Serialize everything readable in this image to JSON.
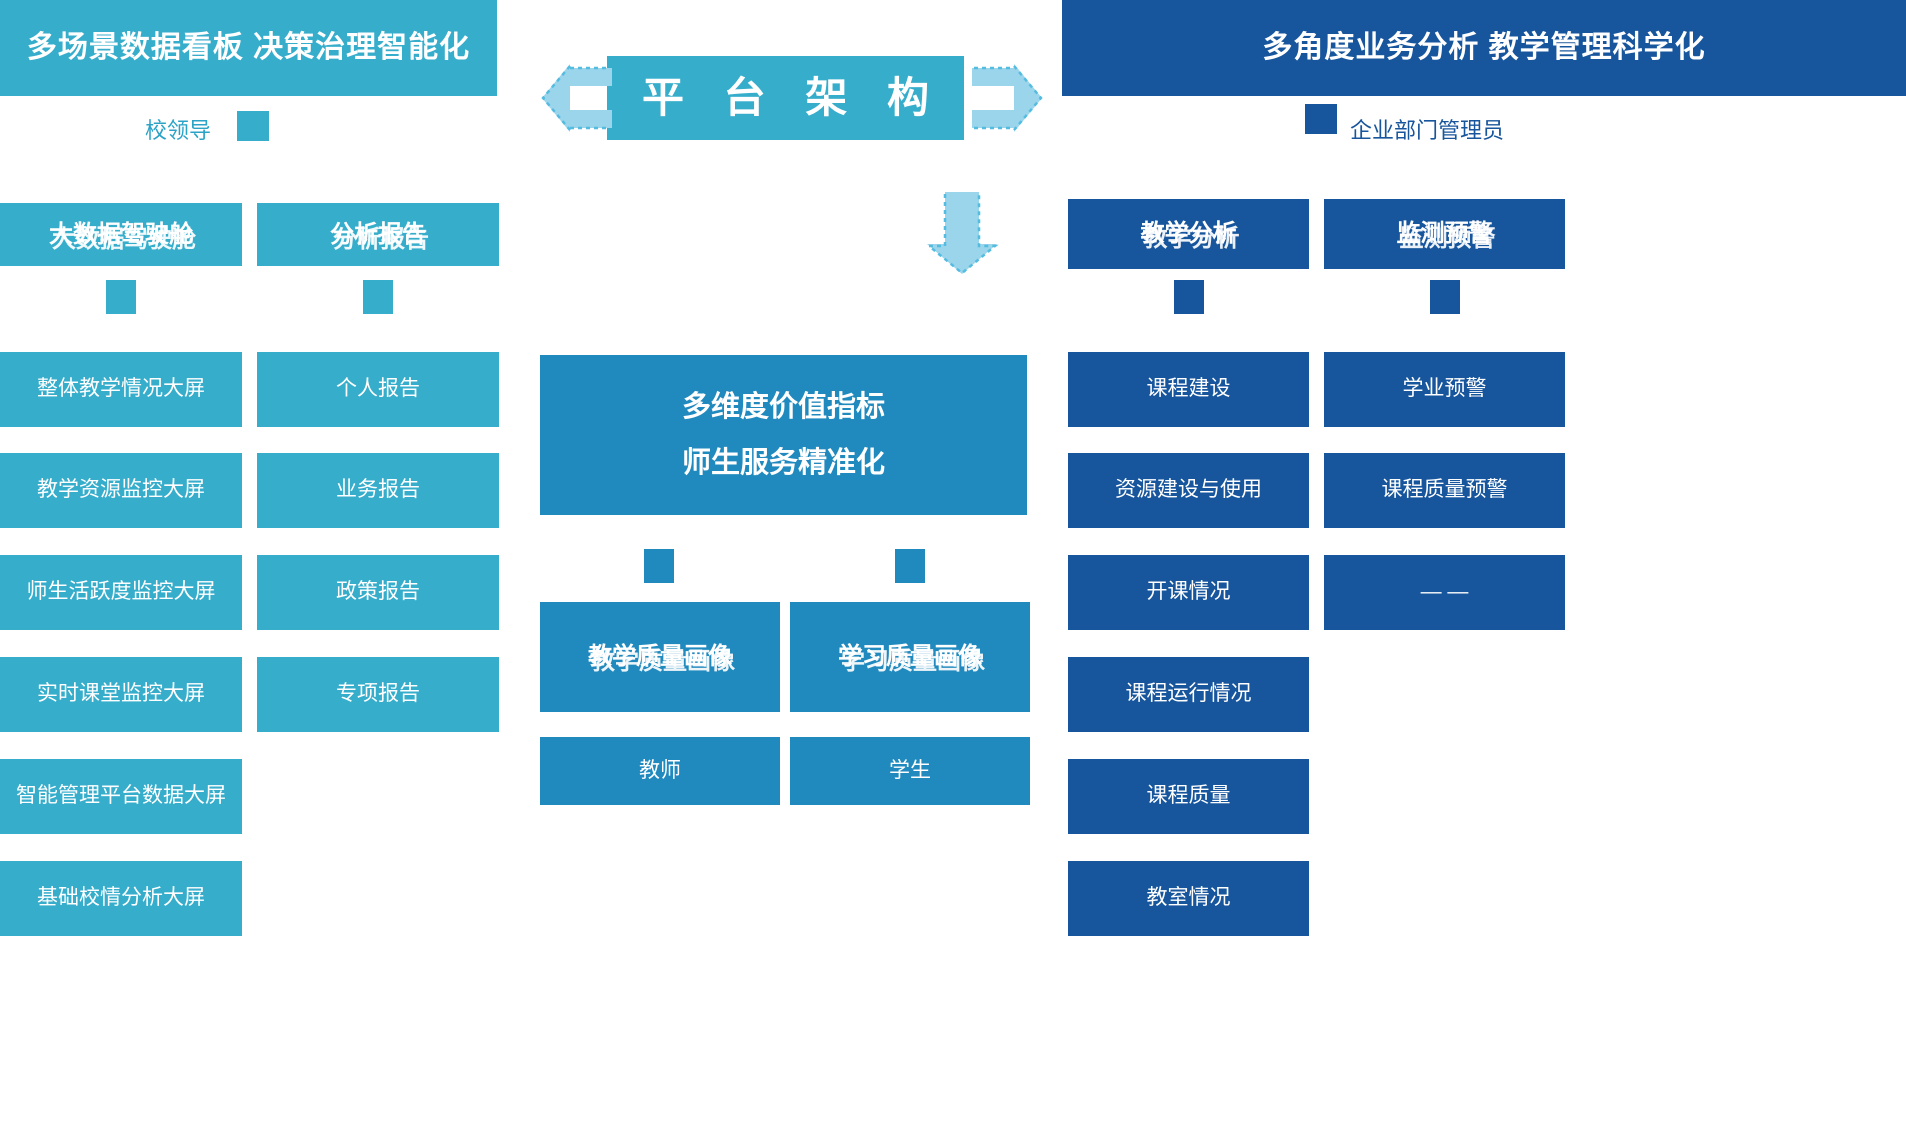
{
  "center": {
    "title": "平 台 架 构",
    "value_lines": [
      "多维度价值指标",
      "师生服务精准化"
    ],
    "portrait_cards": [
      {
        "head": "教学质量画像",
        "child": "教师"
      },
      {
        "head": "学习质量画像",
        "child": "学生"
      }
    ],
    "arrow_left_icon": "arrow-left-dashed-icon",
    "arrow_right_icon": "arrow-right-dashed-icon",
    "arrow_down_icon": "arrow-down-dashed-icon"
  },
  "left": {
    "banner": "多场景数据看板 决策治理智能化",
    "role": "校领导",
    "columns": [
      {
        "head": "大数据驾驶舱",
        "items": [
          "整体教学情况大屏",
          "教学资源监控大屏",
          "师生活跃度监控大屏",
          "实时课堂监控大屏",
          "智能管理平台数据大屏",
          "基础校情分析大屏"
        ]
      },
      {
        "head": "分析报告",
        "items": [
          "个人报告",
          "业务报告",
          "政策报告",
          "专项报告"
        ]
      }
    ]
  },
  "right": {
    "banner": "多角度业务分析 教学管理科学化",
    "role": "企业部门管理员",
    "columns": [
      {
        "head": "教学分析",
        "items": [
          "课程建设",
          "资源建设与使用",
          "开课情况",
          "课程运行情况",
          "课程质量",
          "教室情况"
        ]
      },
      {
        "head": "监测预警",
        "items": [
          "学业预警",
          "课程质量预警",
          "— —"
        ]
      }
    ]
  },
  "colors": {
    "teal": "#36ADCB",
    "teal_deep": "#2089BE",
    "navy": "#17559C",
    "arrow": "#9BD5EC"
  }
}
